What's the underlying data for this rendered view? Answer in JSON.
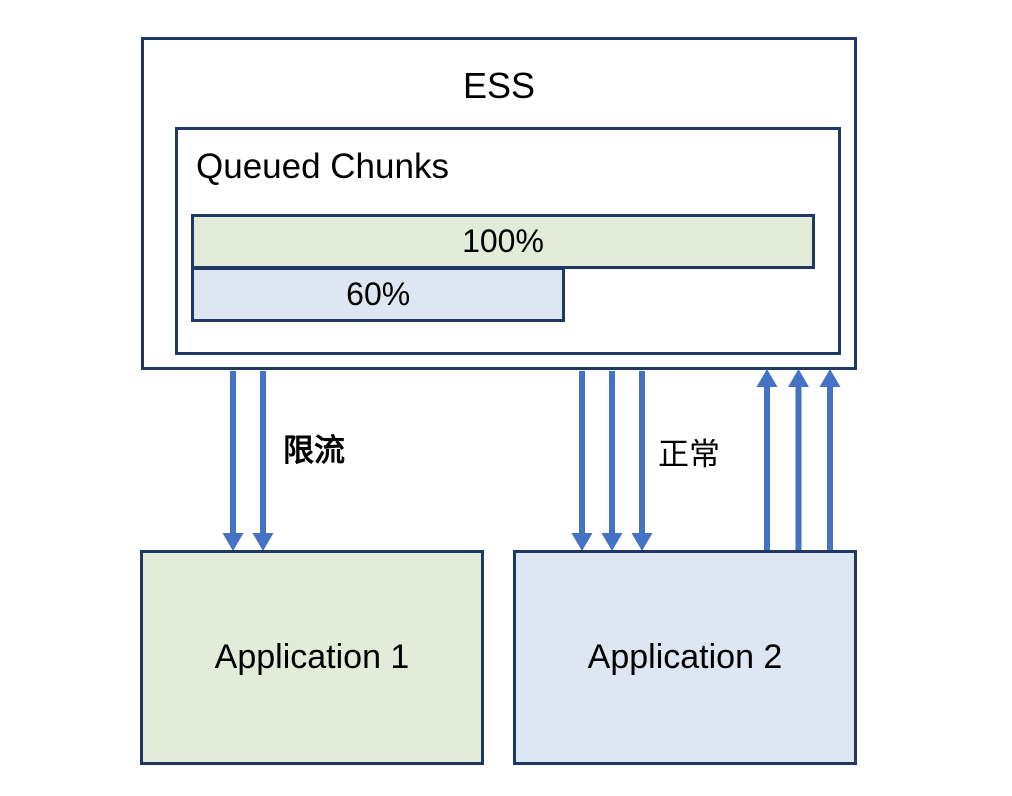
{
  "colors": {
    "border": "#1f3864",
    "arrow": "#4472c4",
    "green": "#e2ecd8",
    "blue": "#dce7f3",
    "background": "#ffffff"
  },
  "ess": {
    "label": "ESS",
    "queued_chunks": {
      "label": "Queued Chunks",
      "bars": [
        {
          "label": "100%",
          "value": 100,
          "fill": "green"
        },
        {
          "label": "60%",
          "value": 60,
          "fill": "blue"
        }
      ]
    }
  },
  "applications": [
    {
      "label": "Application 1",
      "fill": "green"
    },
    {
      "label": "Application 2",
      "fill": "blue"
    }
  ],
  "flows": [
    {
      "label": "限流",
      "direction": "down",
      "arrows": 2,
      "from": "ESS",
      "to": "Application 1"
    },
    {
      "label": "正常",
      "direction": "down",
      "arrows": 3,
      "from": "ESS",
      "to": "Application 2"
    },
    {
      "label": "",
      "direction": "up",
      "arrows": 3,
      "from": "Application 2",
      "to": "ESS"
    }
  ]
}
